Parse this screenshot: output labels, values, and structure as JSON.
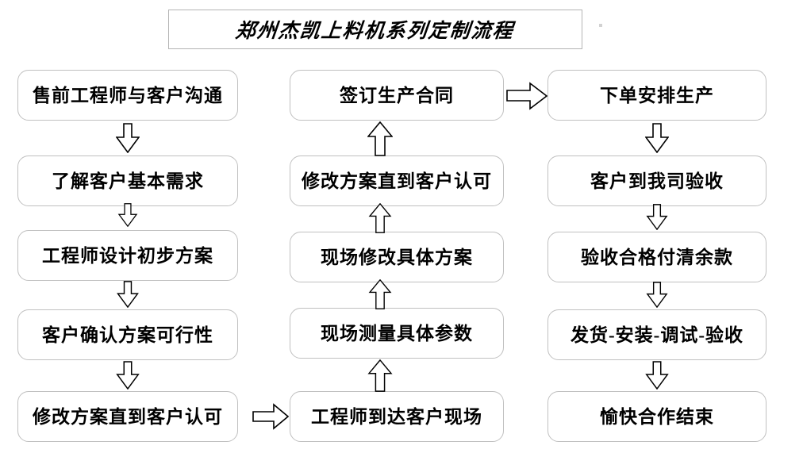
{
  "title": {
    "text": "郑州杰凯上料机系列定制流程"
  },
  "columns": {
    "left": {
      "name": "pre-sales-column",
      "nodes": [
        {
          "id": "n1",
          "label": "售前工程师与客户沟通"
        },
        {
          "id": "n2",
          "label": "了解客户基本需求"
        },
        {
          "id": "n3",
          "label": "工程师设计初步方案"
        },
        {
          "id": "n4",
          "label": "客户确认方案可行性"
        },
        {
          "id": "n5",
          "label": "修改方案直到客户认可"
        }
      ]
    },
    "middle": {
      "name": "on-site-column",
      "nodes": [
        {
          "id": "m1",
          "label": "签订生产合同"
        },
        {
          "id": "m2",
          "label": "修改方案直到客户认可"
        },
        {
          "id": "m3",
          "label": "现场修改具体方案"
        },
        {
          "id": "m4",
          "label": "现场测量具体参数"
        },
        {
          "id": "m5",
          "label": "工程师到达客户现场"
        }
      ]
    },
    "right": {
      "name": "production-column",
      "nodes": [
        {
          "id": "r1",
          "label": "下单安排生产"
        },
        {
          "id": "r2",
          "label": "客户到我司验收"
        },
        {
          "id": "r3",
          "label": "验收合格付清余款"
        },
        {
          "id": "r4",
          "label": "发货-安装-调试-验收"
        },
        {
          "id": "r5",
          "label": "愉快合作结束"
        }
      ]
    }
  },
  "connectors": [
    {
      "name": "arrow-down-n1-n2",
      "direction": "down"
    },
    {
      "name": "arrow-down-n2-n3",
      "direction": "down"
    },
    {
      "name": "arrow-down-n3-n4",
      "direction": "down"
    },
    {
      "name": "arrow-down-n4-n5",
      "direction": "down"
    },
    {
      "name": "arrow-right-n5-m5",
      "direction": "right"
    },
    {
      "name": "arrow-up-m5-m4",
      "direction": "up"
    },
    {
      "name": "arrow-up-m4-m3",
      "direction": "up"
    },
    {
      "name": "arrow-up-m3-m2",
      "direction": "up"
    },
    {
      "name": "arrow-up-m2-m1",
      "direction": "up"
    },
    {
      "name": "arrow-right-m1-r1",
      "direction": "right"
    },
    {
      "name": "arrow-down-r1-r2",
      "direction": "down"
    },
    {
      "name": "arrow-down-r2-r3",
      "direction": "down"
    },
    {
      "name": "arrow-down-r3-r4",
      "direction": "down"
    },
    {
      "name": "arrow-down-r4-r5",
      "direction": "down"
    }
  ],
  "colors": {
    "node_border": "#c0c0c0",
    "title_border": "#b4b4b4",
    "text": "#000000",
    "arrow_stroke": "#000000",
    "background": "#ffffff"
  }
}
